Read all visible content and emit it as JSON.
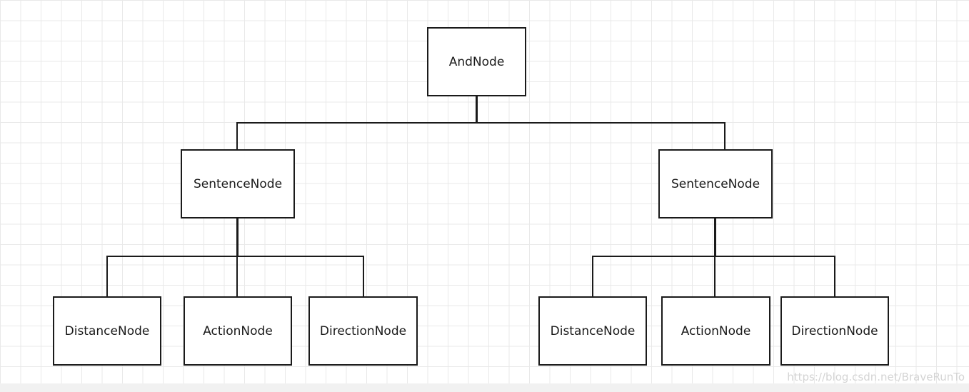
{
  "diagram": {
    "root": {
      "label": "AndNode"
    },
    "left_branch": {
      "label": "SentenceNode",
      "children": [
        {
          "label": "DistanceNode"
        },
        {
          "label": "ActionNode"
        },
        {
          "label": "DirectionNode"
        }
      ]
    },
    "right_branch": {
      "label": "SentenceNode",
      "children": [
        {
          "label": "DistanceNode"
        },
        {
          "label": "ActionNode"
        },
        {
          "label": "DirectionNode"
        }
      ]
    }
  },
  "watermark": {
    "text": "https://blog.csdn.net/BraveRunTo"
  },
  "colors": {
    "stroke": "#1a1a1a",
    "grid": "#e9e9e9",
    "background": "#ffffff"
  }
}
